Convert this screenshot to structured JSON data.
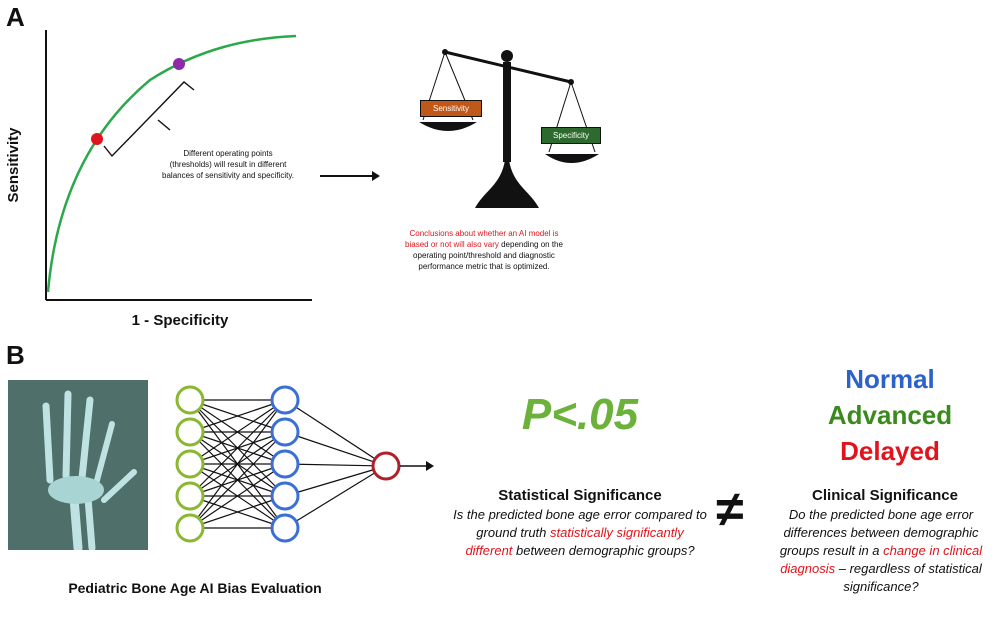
{
  "panel_a": {
    "letter": "A",
    "y_axis_label": "Sensitivity",
    "x_axis_label": "1 - Specificity",
    "curve_note": "Different operating points (thresholds) will result in different balances of sensitivity and specificity.",
    "scale_left_label": "Sensitivity",
    "scale_right_label": "Specificity",
    "conclusion_red": "Conclusions about whether an AI model is biased or not will also vary",
    "conclusion_black": " depending on the operating point/threshold and diagnostic performance metric that is optimized.",
    "colors": {
      "curve": "#2aa84a",
      "point_red": "#e0141c",
      "point_purple": "#8e2aa8",
      "sens_tag": "#c0581a",
      "spec_tag": "#2d6a2d"
    }
  },
  "panel_b": {
    "letter": "B",
    "bottom_caption": "Pediatric Bone Age AI Bias Evaluation",
    "p_value": "P<.05",
    "not_equal": "≠",
    "classes": {
      "normal": "Normal",
      "advanced": "Advanced",
      "delayed": "Delayed"
    },
    "statistical": {
      "title": "Statistical Significance",
      "q1": "Is the predicted bone age error compared to ground truth",
      "q_red": "statistically significantly different",
      "q2": "between demographic groups?"
    },
    "clinical": {
      "title": "Clinical Significance",
      "q1": "Do the predicted bone age error differences between demographic groups result in a",
      "q_red": "change in clinical diagnosis",
      "q2": " – regardless of statistical significance?"
    },
    "colors": {
      "input_nodes": "#8ab832",
      "hidden_nodes": "#3b6fd1",
      "output_node": "#b0202a",
      "p_value": "#6cb23a",
      "normal": "#2d63c8",
      "advanced": "#3a8a1e",
      "delayed": "#e0141c",
      "xray_bg": "#4f6f6a"
    }
  }
}
